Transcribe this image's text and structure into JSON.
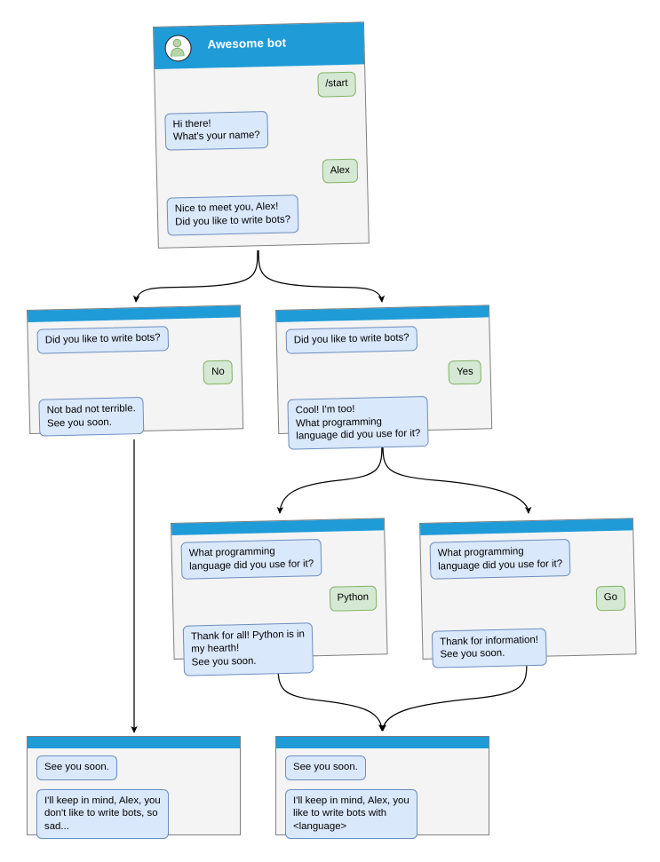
{
  "diagram": {
    "title": "Awesome bot chatbot conversation flow",
    "type": "flowchart",
    "colors": {
      "header_blue": "#1f9bd8",
      "node_background": "#f4f4f4",
      "node_border": "#808080",
      "bot_bubble_fill": "#dae8fc",
      "bot_bubble_border": "#6c8ebf",
      "user_bubble_fill": "#d5e8d4",
      "user_bubble_border": "#82b366",
      "edge_color": "#000000",
      "avatar_person": "#b5d6a7"
    }
  },
  "nodes": {
    "root": {
      "id": "root",
      "header_title": "Awesome bot",
      "avatar_icon": "person-avatar-icon",
      "messages": [
        {
          "sender": "user",
          "text": "/start"
        },
        {
          "sender": "bot",
          "text": "Hi there!\nWhat's your name?"
        },
        {
          "sender": "user",
          "text": "Alex"
        },
        {
          "sender": "bot",
          "text": "Nice to meet you, Alex!\nDid you like to write bots?"
        }
      ]
    },
    "no_branch": {
      "id": "no_branch",
      "messages": [
        {
          "sender": "bot",
          "text": "Did you like to write bots?"
        },
        {
          "sender": "user",
          "text": "No"
        },
        {
          "sender": "bot",
          "text": "Not bad not terrible.\nSee you soon."
        }
      ]
    },
    "yes_branch": {
      "id": "yes_branch",
      "messages": [
        {
          "sender": "bot",
          "text": "Did you like to write bots?"
        },
        {
          "sender": "user",
          "text": "Yes"
        },
        {
          "sender": "bot",
          "text": "Cool! I'm too!\nWhat programming\nlanguage did you use for it?"
        }
      ]
    },
    "python_branch": {
      "id": "python_branch",
      "messages": [
        {
          "sender": "bot",
          "text": "What programming\nlanguage did you use for it?"
        },
        {
          "sender": "user",
          "text": "Python"
        },
        {
          "sender": "bot",
          "text": "Thank for all! Python is in\nmy hearth!\nSee you soon."
        }
      ]
    },
    "go_branch": {
      "id": "go_branch",
      "messages": [
        {
          "sender": "bot",
          "text": "What programming\nlanguage did you use for it?"
        },
        {
          "sender": "user",
          "text": "Go"
        },
        {
          "sender": "bot",
          "text": "Thank for information!\nSee you soon."
        }
      ]
    },
    "end_sad": {
      "id": "end_sad",
      "messages": [
        {
          "sender": "bot",
          "text": "See you soon."
        },
        {
          "sender": "bot",
          "text": "I'll keep in mind, Alex, you\ndon't like to write bots, so\nsad..."
        }
      ]
    },
    "end_happy": {
      "id": "end_happy",
      "messages": [
        {
          "sender": "bot",
          "text": "See you soon."
        },
        {
          "sender": "bot",
          "text": "I'll keep in mind, Alex, you\nlike to write bots with\n<language>"
        }
      ]
    }
  },
  "edges": [
    {
      "from": "root",
      "to": "no_branch"
    },
    {
      "from": "root",
      "to": "yes_branch"
    },
    {
      "from": "no_branch",
      "to": "end_sad"
    },
    {
      "from": "yes_branch",
      "to": "python_branch"
    },
    {
      "from": "yes_branch",
      "to": "go_branch"
    },
    {
      "from": "python_branch",
      "to": "end_happy"
    },
    {
      "from": "go_branch",
      "to": "end_happy"
    }
  ]
}
